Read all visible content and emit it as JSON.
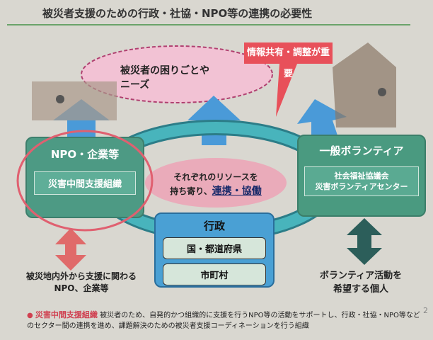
{
  "title": "被災者支援のための行政・社協・NPO等の連携の必要性",
  "cloud": {
    "line1": "被災者の困りごとや",
    "line2": "ニーズ"
  },
  "callout": "情報共有・調整が重要",
  "npo": {
    "heading": "NPO・企業等",
    "inner": "災害中間支援組織"
  },
  "volunteer": {
    "heading": "一般ボランティア",
    "inner_line1": "社会福祉協議会",
    "inner_line2": "災害ボランティアセンター"
  },
  "center": {
    "line1": "それぞれのリソースを",
    "line2_prefix": "持ち寄り、",
    "line2_emphasis": "連携・協働"
  },
  "government": {
    "heading": "行政",
    "item1": "国・都道府県",
    "item2": "市町村"
  },
  "left_caption": {
    "line1": "被災地内外から支援に関わる",
    "line2": "NPO、企業等"
  },
  "right_caption": {
    "line1": "ボランティア活動を",
    "line2": "希望する個人"
  },
  "note": {
    "bullet": "●",
    "term": "災害中間支援組織",
    "text": "被災者のため、自発的かつ組織的に支援を行うNPO等の活動をサポートし、行政・社協・NPO等などのセクター間の連携を進め、課題解決のための被災者支援コーディネーションを行う組織"
  },
  "page_number": "2",
  "colors": {
    "teal": "#3aa0a8",
    "blue_arrow": "#4a9ad8",
    "pink": "#f0a8c0",
    "red": "#e8505a"
  }
}
